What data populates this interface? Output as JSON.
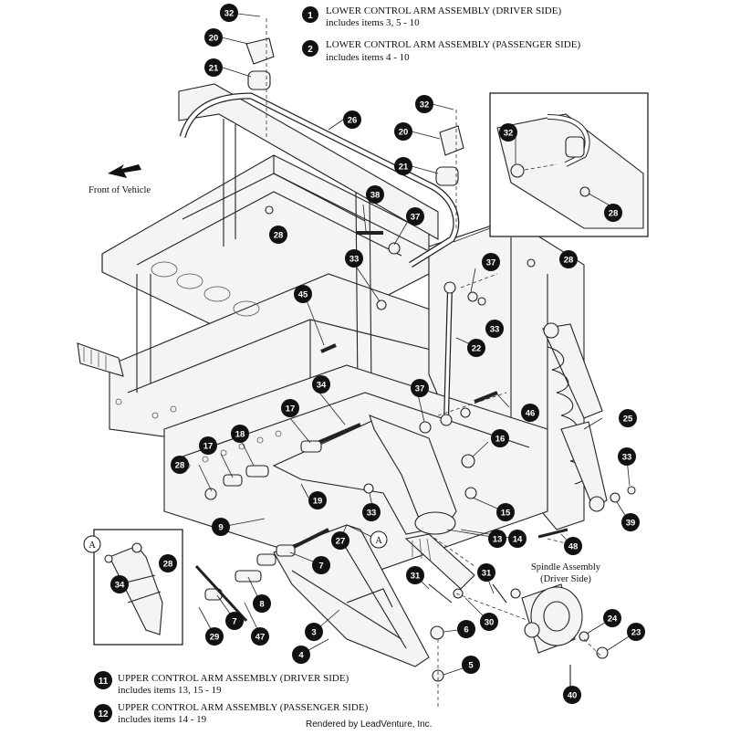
{
  "legend_top": [
    {
      "num": "1",
      "title": "LOWER CONTROL ARM ASSEMBLY (DRIVER SIDE)",
      "sub": "includes items 3, 5 - 10"
    },
    {
      "num": "2",
      "title": "LOWER CONTROL ARM ASSEMBLY (PASSENGER SIDE)",
      "sub": "includes items 4 - 10"
    }
  ],
  "legend_bottom": [
    {
      "num": "11",
      "title": "UPPER CONTROL ARM ASSEMBLY (DRIVER SIDE)",
      "sub": "includes items 13, 15 - 19"
    },
    {
      "num": "12",
      "title": "UPPER CONTROL ARM ASSEMBLY (PASSENGER SIDE)",
      "sub": "includes items 14 - 19"
    }
  ],
  "front_label": "Front of Vehicle",
  "spindle_label": [
    "Spindle Assembly",
    "(Driver Side)"
  ],
  "detail_marker": "A",
  "credit": "Rendered by LeadVenture, Inc.",
  "callouts": [
    "32",
    "20",
    "21",
    "26",
    "32",
    "20",
    "21",
    "32",
    "28",
    "38",
    "37",
    "28",
    "33",
    "37",
    "28",
    "45",
    "33",
    "22",
    "37",
    "46",
    "34",
    "17",
    "18",
    "16",
    "25",
    "17",
    "28",
    "33",
    "15",
    "19",
    "9",
    "33",
    "39",
    "27",
    "13",
    "14",
    "48",
    "7",
    "8",
    "31",
    "31",
    "34",
    "28",
    "7",
    "29",
    "47",
    "3",
    "30",
    "6",
    "24",
    "23",
    "4",
    "5",
    "40"
  ]
}
